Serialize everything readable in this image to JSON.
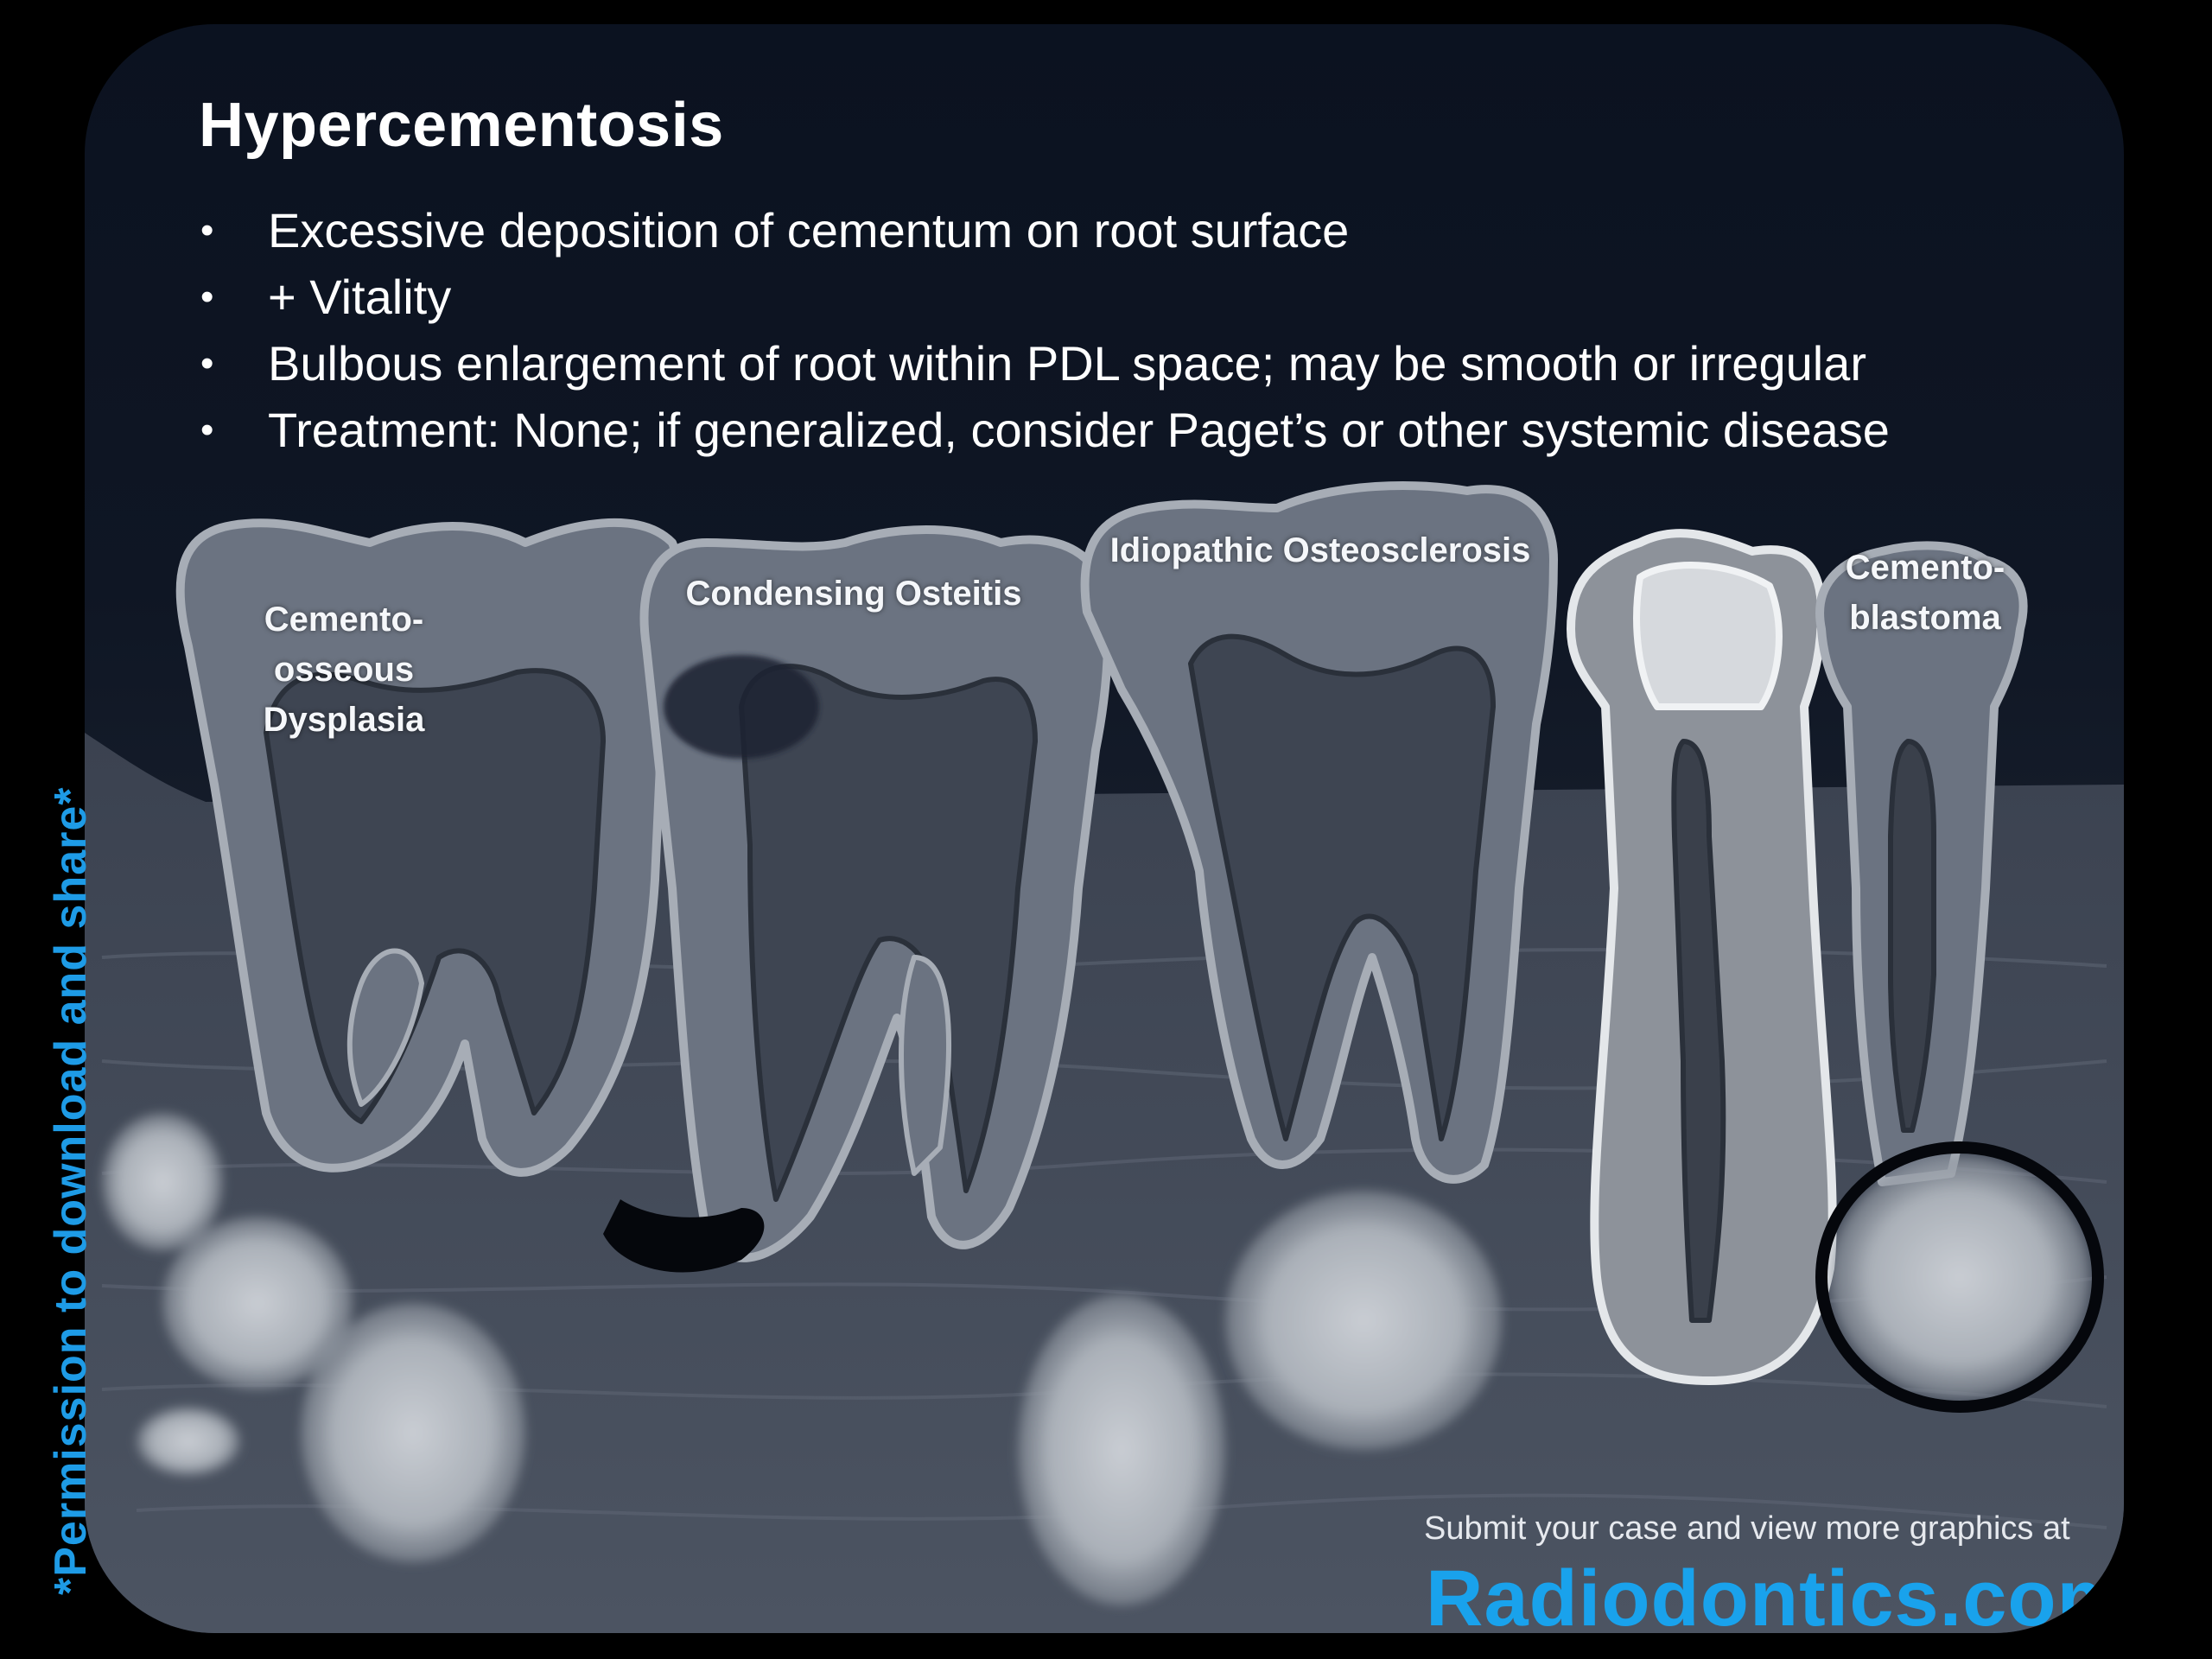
{
  "title": "Hypercementosis",
  "bullets": [
    "Excessive deposition of cementum on root surface",
    "+ Vitality",
    "Bulbous enlargement of root within PDL space; may be smooth or irregular",
    "Treatment: None; if generalized, consider Paget’s or other systemic disease"
  ],
  "bullet_glyph": "•",
  "labels": {
    "cemento_osseous_line1": "Cemento-osseous",
    "cemento_osseous_line2": "Dysplasia",
    "condensing_osteitis": "Condensing Osteitis",
    "idiopathic_osteosclerosis": "Idiopathic Osteosclerosis",
    "cementoblastoma_line1": "Cemento-",
    "cementoblastoma_line2": "blastoma"
  },
  "side_note": "*Permission to download and share*",
  "footer": {
    "caption": "Submit your case and view more graphics at",
    "brand": "Radiodontics.com"
  },
  "colors": {
    "background": "#000000",
    "panel": "#0f1624",
    "accent_blue": "#1e9be6",
    "tooth_gray": "#6a7280",
    "lesion_gray": "#b7bcc4"
  }
}
